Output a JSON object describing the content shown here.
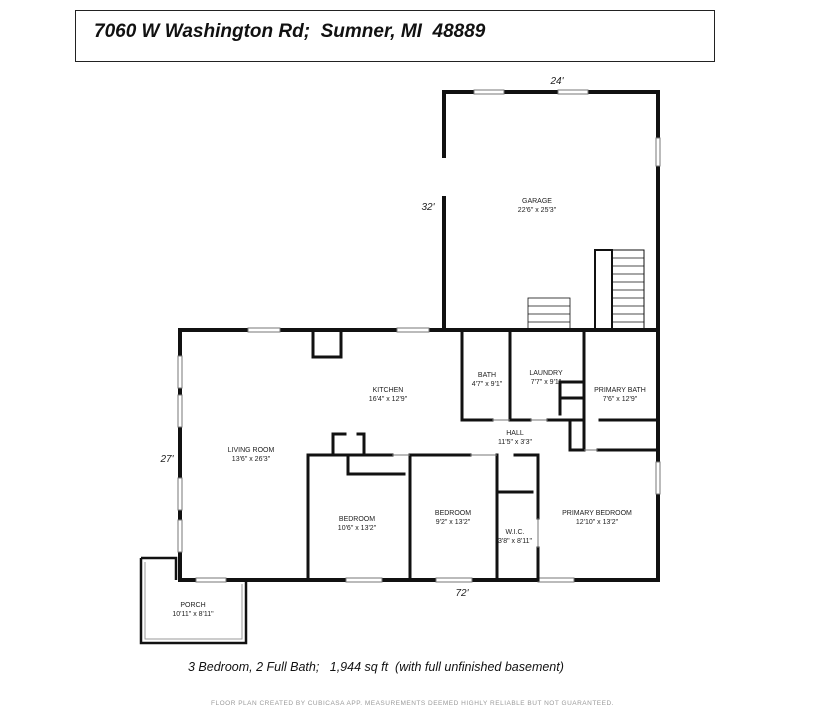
{
  "header": {
    "address": "7060 W Washington Rd;  Sumner, MI  48889"
  },
  "dimensions": {
    "top": "24'",
    "garage_side": "32'",
    "left": "27'",
    "bottom": "72'"
  },
  "rooms": {
    "garage": {
      "name": "GARAGE",
      "size": "22'6\" x 25'3\""
    },
    "kitchen": {
      "name": "KITCHEN",
      "size": "16'4\" x 12'9\""
    },
    "bath": {
      "name": "BATH",
      "size": "4'7\" x 9'1\""
    },
    "laundry": {
      "name": "LAUNDRY",
      "size": "7'7\" x 9'1\""
    },
    "primary_bath": {
      "name": "PRIMARY BATH",
      "size": "7'6\" x 12'9\""
    },
    "hall": {
      "name": "HALL",
      "size": "11'5\" x 3'3\""
    },
    "living_room": {
      "name": "LIVING ROOM",
      "size": "13'6\" x 26'3\""
    },
    "bedroom_1": {
      "name": "BEDROOM",
      "size": "10'6\" x 13'2\""
    },
    "bedroom_2": {
      "name": "BEDROOM",
      "size": "9'2\" x 13'2\""
    },
    "primary_bedroom": {
      "name": "PRIMARY BEDROOM",
      "size": "12'10\" x 13'2\""
    },
    "wic": {
      "name": "W.I.C.",
      "size": "3'8\" x 8'11\""
    },
    "porch": {
      "name": "PORCH",
      "size": "10'11\" x 8'11\""
    }
  },
  "summary": "3 Bedroom, 2 Full Bath;   1,944 sq ft  (with full unfinished basement)",
  "disclaimer": "FLOOR PLAN CREATED BY CUBICASA APP. MEASUREMENTS DEEMED HIGHLY RELIABLE BUT NOT GUARANTEED."
}
